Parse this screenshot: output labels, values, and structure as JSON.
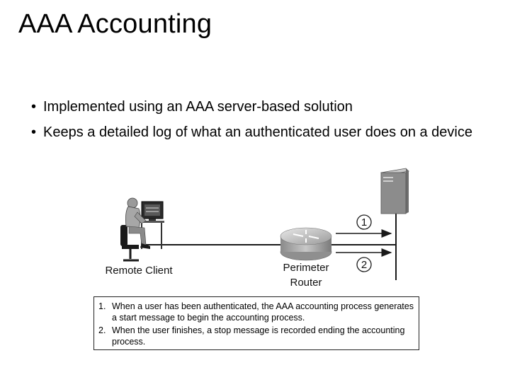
{
  "slide": {
    "title": "AAA Accounting",
    "bullets": [
      "Implemented using an AAA server-based solution",
      "Keeps a detailed log of what an authenticated user does on a device"
    ]
  },
  "diagram": {
    "nodes": {
      "client_label": "Remote Client",
      "router_label_line1": "Perimeter",
      "router_label_line2": "Router"
    },
    "steps": [
      {
        "number": "1",
        "text": "When a user has been authenticated, the AAA accounting process generates a start message to begin the accounting process."
      },
      {
        "number": "2",
        "text": "When the user finishes, a stop message is recorded ending the accounting process."
      }
    ]
  },
  "colors": {
    "line": "#1a1a1a",
    "server": "#8c8c8c",
    "router": "#b5b5b5"
  },
  "icons": [
    "user-at-computer-icon",
    "router-icon",
    "server-icon"
  ]
}
